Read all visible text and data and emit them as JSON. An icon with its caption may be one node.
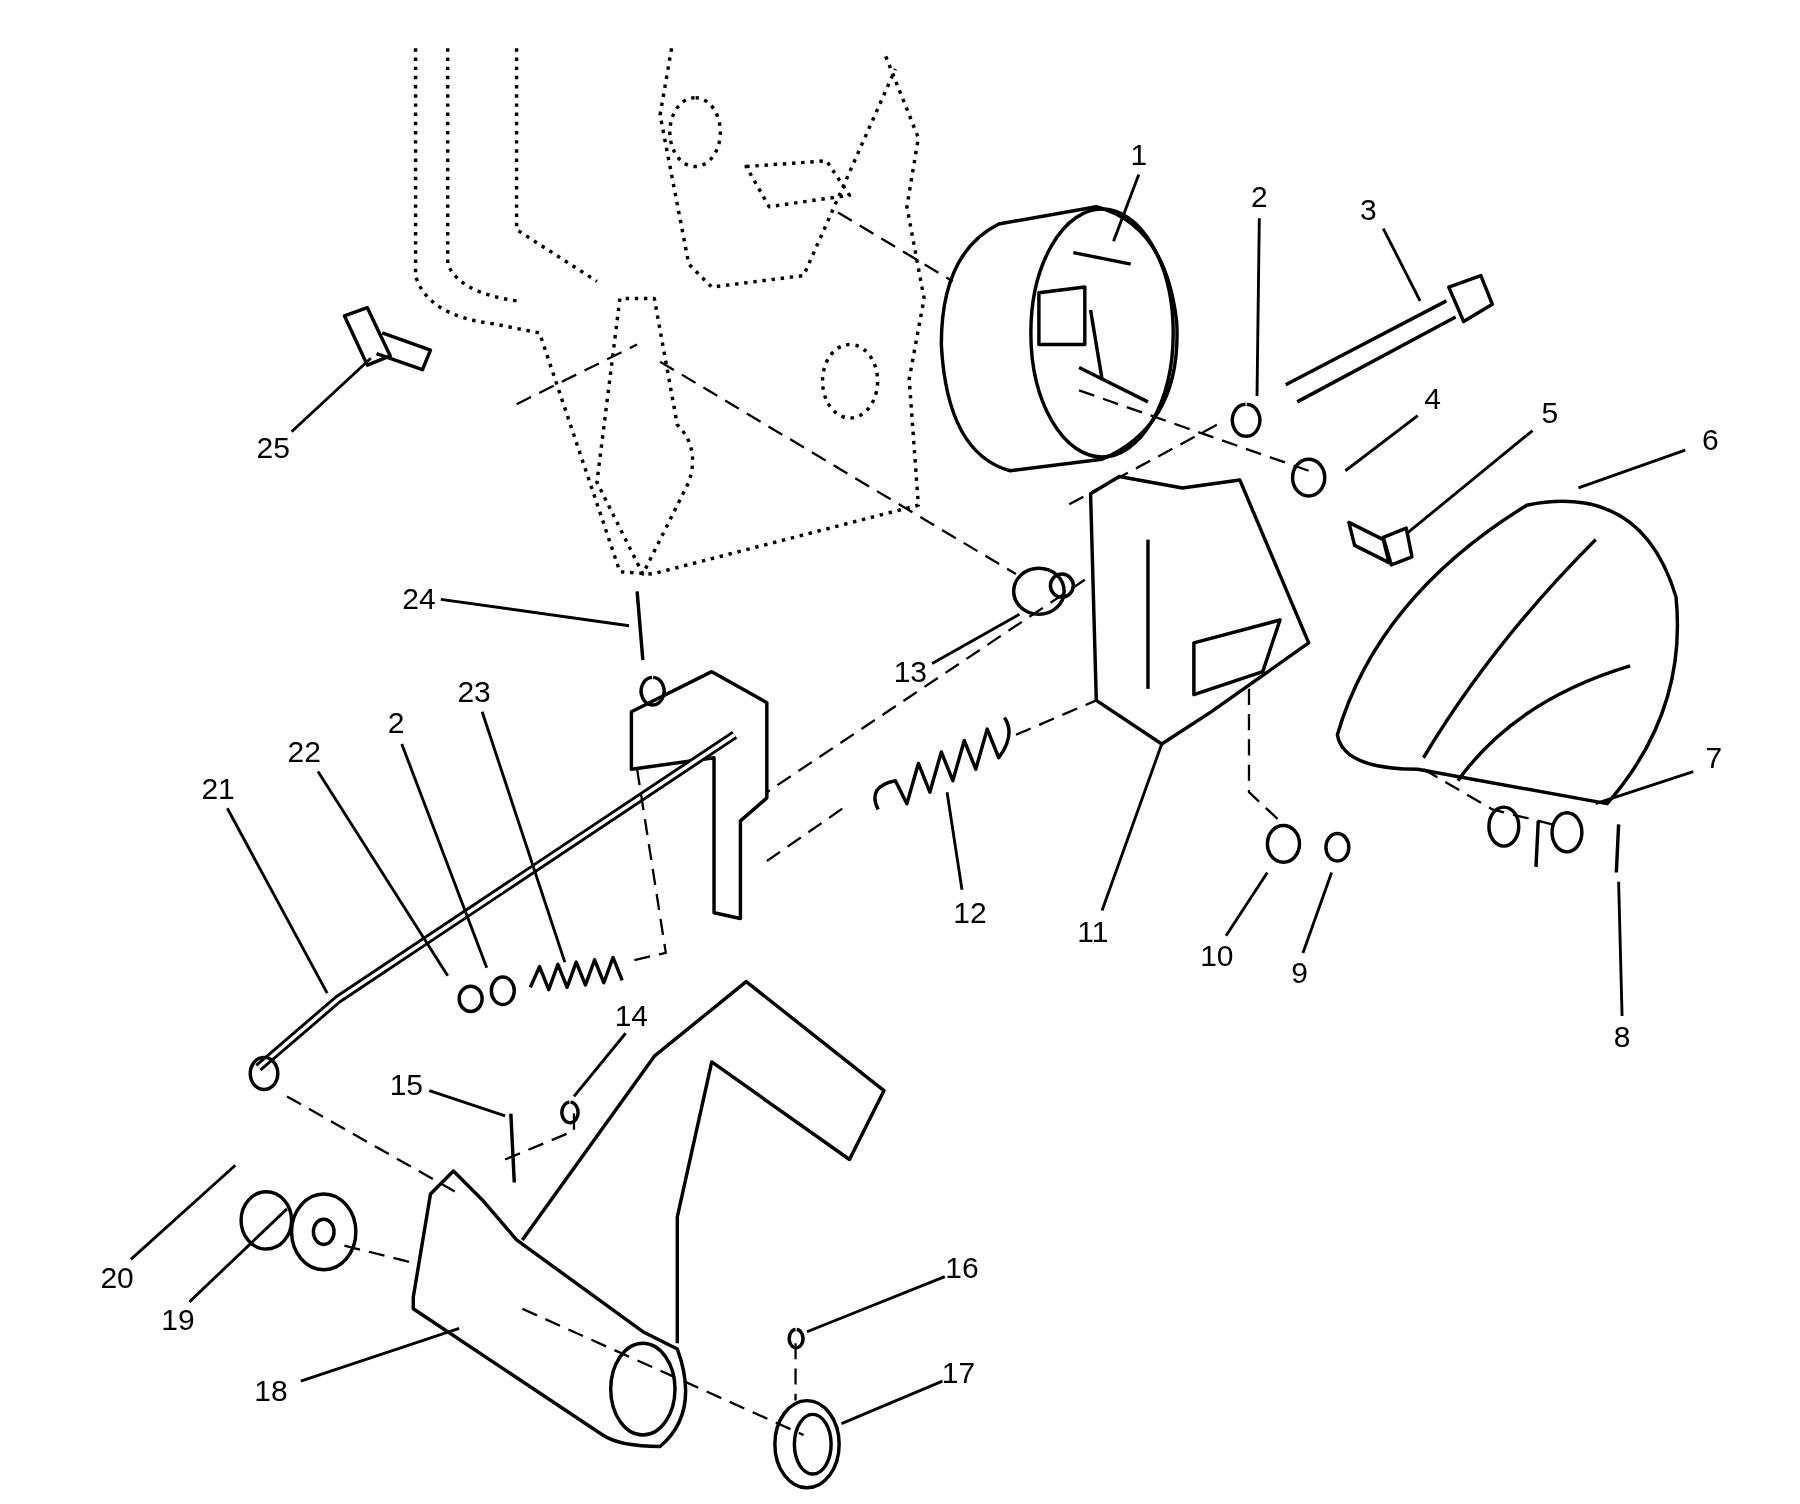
{
  "diagram": {
    "nodes": [
      {
        "text": [
          "1"
        ]
      },
      {
        "text": [
          "2"
        ]
      },
      {
        "text": [
          "3"
        ]
      },
      {
        "text": [
          "4"
        ]
      },
      {
        "text": [
          "5"
        ]
      },
      {
        "text": [
          "6"
        ]
      },
      {
        "text": [
          "7"
        ]
      },
      {
        "text": [
          "8"
        ]
      },
      {
        "text": [
          "9"
        ]
      },
      {
        "text": [
          "10"
        ]
      },
      {
        "text": [
          "11"
        ]
      },
      {
        "text": [
          "12"
        ]
      },
      {
        "text": [
          "13"
        ]
      },
      {
        "text": [
          "14"
        ]
      },
      {
        "text": [
          "15"
        ]
      },
      {
        "text": [
          "16"
        ]
      },
      {
        "text": [
          "17"
        ]
      },
      {
        "text": [
          "18"
        ]
      },
      {
        "text": [
          "19"
        ]
      },
      {
        "text": [
          "20"
        ]
      },
      {
        "text": [
          "21"
        ]
      },
      {
        "text": [
          "22"
        ]
      },
      {
        "text": [
          "2"
        ]
      },
      {
        "text": [
          "23"
        ]
      },
      {
        "text": [
          "24"
        ]
      },
      {
        "text": [
          "25"
        ]
      }
    ],
    "edges": [
      {
        "from": 0,
        "to": null,
        "arrow": "none"
      },
      {
        "from": 1,
        "to": null,
        "arrow": "none"
      },
      {
        "from": 2,
        "to": null,
        "arrow": "none"
      },
      {
        "from": 3,
        "to": null,
        "arrow": "none"
      },
      {
        "from": 4,
        "to": null,
        "arrow": "none"
      },
      {
        "from": 5,
        "to": null,
        "arrow": "none"
      },
      {
        "from": 6,
        "to": null,
        "arrow": "none"
      },
      {
        "from": 7,
        "to": null,
        "arrow": "none"
      },
      {
        "from": 8,
        "to": null,
        "arrow": "none"
      },
      {
        "from": 9,
        "to": null,
        "arrow": "none"
      },
      {
        "from": 10,
        "to": null,
        "arrow": "none"
      },
      {
        "from": 11,
        "to": null,
        "arrow": "none"
      },
      {
        "from": 12,
        "to": null,
        "arrow": "none"
      },
      {
        "from": 13,
        "to": null,
        "arrow": "none"
      },
      {
        "from": 14,
        "to": null,
        "arrow": "none"
      },
      {
        "from": 15,
        "to": null,
        "arrow": "none"
      },
      {
        "from": 16,
        "to": null,
        "arrow": "none"
      },
      {
        "from": 17,
        "to": null,
        "arrow": "none"
      },
      {
        "from": 18,
        "to": null,
        "arrow": "none"
      },
      {
        "from": 19,
        "to": null,
        "arrow": "none"
      },
      {
        "from": 20,
        "to": null,
        "arrow": "none"
      },
      {
        "from": 21,
        "to": null,
        "arrow": "none"
      },
      {
        "from": 22,
        "to": null,
        "arrow": "none"
      },
      {
        "from": 23,
        "to": null,
        "arrow": "none"
      },
      {
        "from": 24,
        "to": null,
        "arrow": "none"
      },
      {
        "from": 25,
        "to": null,
        "arrow": "none"
      }
    ]
  }
}
